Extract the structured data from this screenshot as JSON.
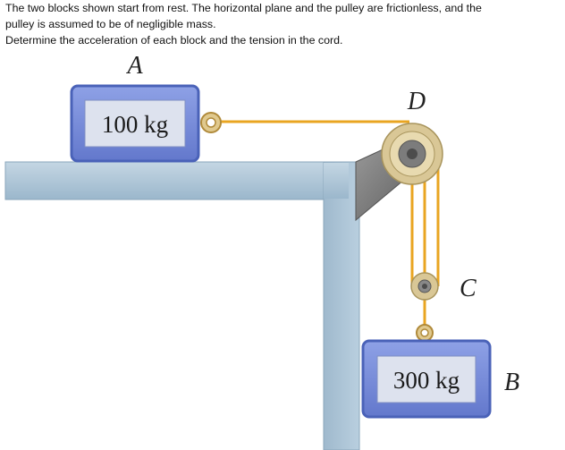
{
  "problem": {
    "line1": "The two blocks shown start from rest. The horizontal plane and the pulley are frictionless, and the",
    "line2": "pulley is assumed to be of negligible mass.",
    "line3": "Determine the acceleration of each block and the tension in the cord."
  },
  "diagram": {
    "block_a": {
      "letter": "A",
      "mass": "100 kg"
    },
    "block_b": {
      "letter": "B",
      "mass": "300 kg"
    },
    "pulley_d": {
      "letter": "D"
    },
    "pulley_c": {
      "letter": "C"
    },
    "colors": {
      "block_fill": "#6f86d6",
      "block_border": "#4a62b8",
      "cord": "#e9a521",
      "surface": "#a9c3d6",
      "bracket": "#7f7f7f",
      "pulley_ring": "#d9c796"
    }
  }
}
